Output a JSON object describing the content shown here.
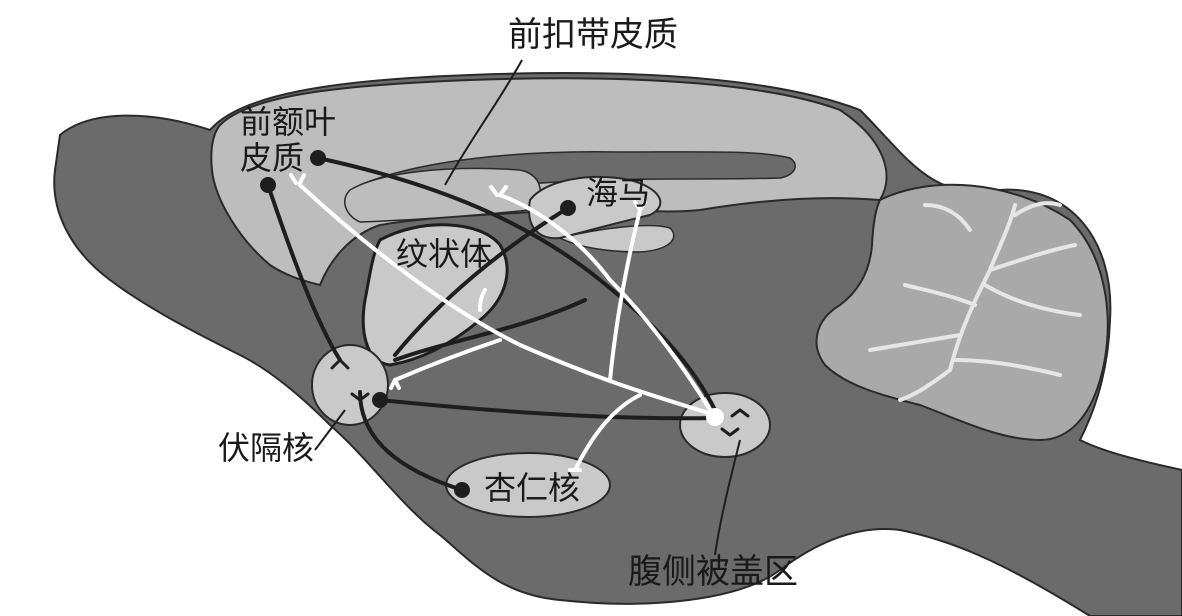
{
  "labels": {
    "anterior_cingulate": "前扣带皮质",
    "prefrontal_line1": "前额叶",
    "prefrontal_line2": "皮质",
    "hippocampus": "海马",
    "striatum": "纹状体",
    "septal_nucleus": "伏隔核",
    "amygdala": "杏仁核",
    "vta": "腹侧被盖区"
  },
  "colors": {
    "brain_dark": "#6b6b6b",
    "cortex_light": "#bdbdbd",
    "nucleus_fill": "#c9c9c9",
    "outline": "#1e1e1e",
    "white_pathway": "#ffffff",
    "dot": "#1e1e1e",
    "cerebellum": "#a9a9a9"
  }
}
